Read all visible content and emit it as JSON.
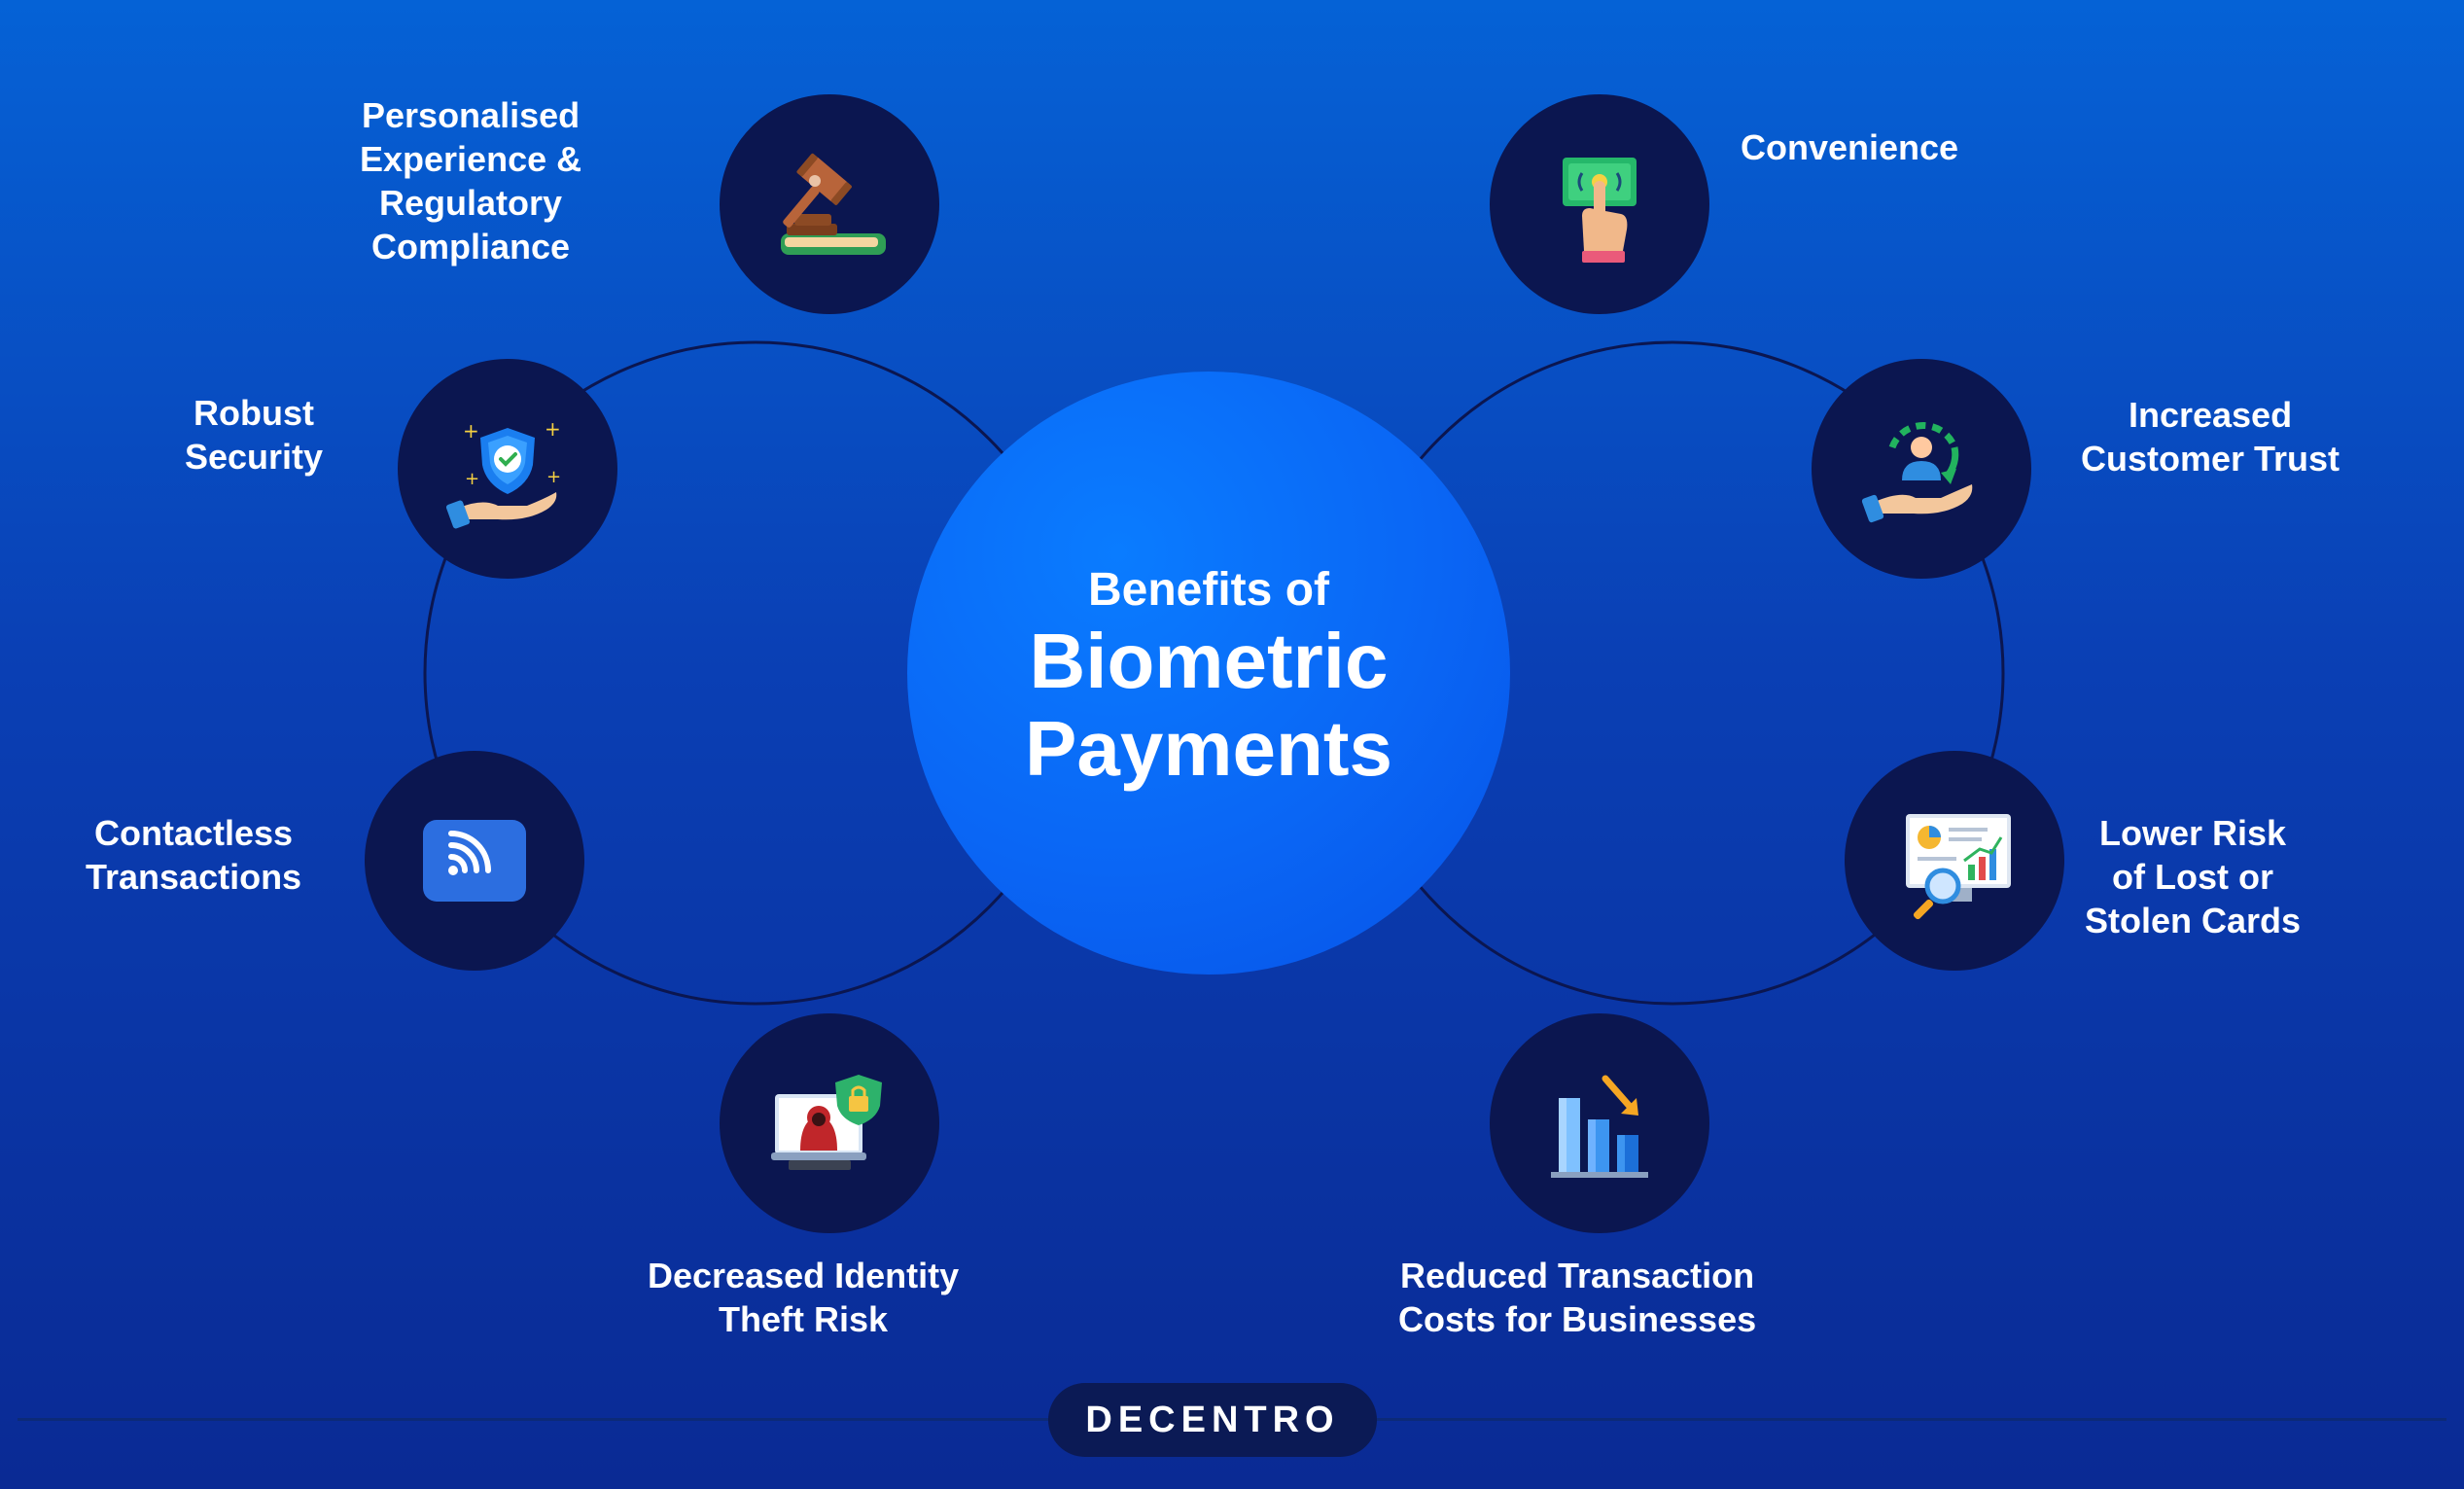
{
  "center": {
    "pre_title": "Benefits of",
    "title_line1": "Biometric",
    "title_line2": "Payments"
  },
  "benefits": [
    {
      "lines": [
        "Personalised",
        "Experience &",
        "Regulatory",
        "Compliance"
      ],
      "icon": "gavel-book-icon"
    },
    {
      "lines": [
        "Robust",
        "Security"
      ],
      "icon": "shield-hand-icon"
    },
    {
      "lines": [
        "Contactless",
        "Transactions"
      ],
      "icon": "contactless-card-icon"
    },
    {
      "lines": [
        "Decreased Identity",
        "Theft Risk"
      ],
      "icon": "hacker-laptop-lock-icon"
    },
    {
      "lines": [
        "Convenience"
      ],
      "icon": "touch-payment-icon"
    },
    {
      "lines": [
        "Increased",
        "Customer Trust"
      ],
      "icon": "customer-trust-hand-icon"
    },
    {
      "lines": [
        "Lower Risk",
        "of Lost or",
        "Stolen Cards"
      ],
      "icon": "analytics-magnifier-icon"
    },
    {
      "lines": [
        "Reduced Transaction",
        "Costs for Businesses"
      ],
      "icon": "decreasing-cost-chart-icon"
    }
  ],
  "brand": {
    "logo_text": "DECENTRO"
  },
  "colors": {
    "node_bg": "#0b1650",
    "center_blue": "#0a66f5",
    "bg_top": "#0562d6",
    "bg_bottom": "#0a2a94"
  }
}
